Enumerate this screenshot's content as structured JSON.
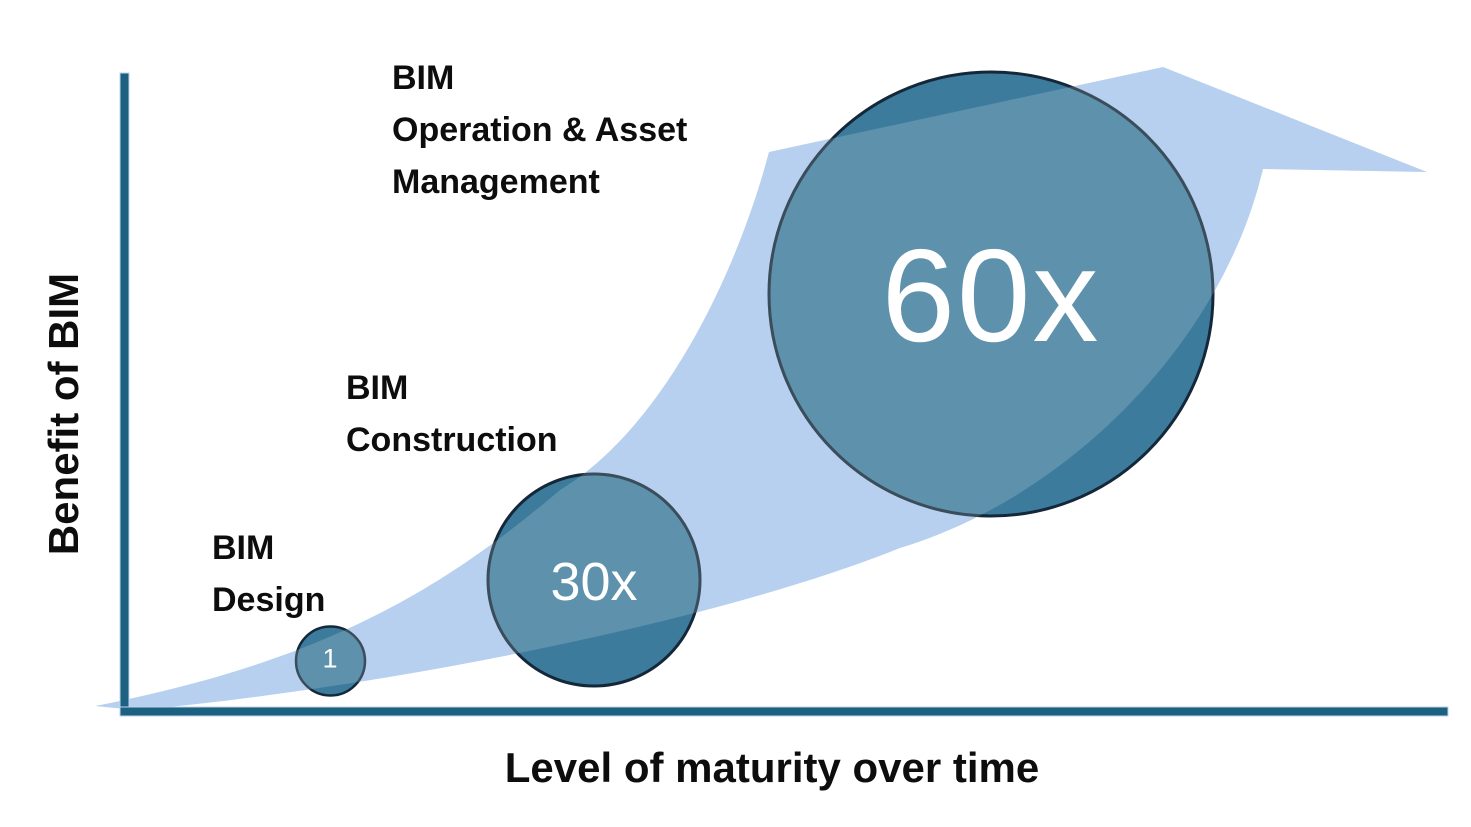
{
  "chart_data": {
    "type": "scatter",
    "variant": "bubble-growth-diagram",
    "title": "",
    "xlabel": "Level of maturity over time",
    "ylabel": "Benefit of BIM",
    "grid": false,
    "axis_ticks": "none",
    "x": [
      1,
      2,
      3
    ],
    "y": [
      1,
      30,
      60
    ],
    "sizes": [
      1,
      30,
      60
    ],
    "point_labels": [
      "BIM Design",
      "BIM Construction",
      "BIM Operation & Asset Management"
    ],
    "value_labels": [
      "1",
      "30x",
      "60x"
    ],
    "annotations": [
      "light-blue swoosh arrow sweeping from the axis origin up to the top right, ending in an arrowhead, indicating benefit growth with maturity"
    ]
  },
  "labels": {
    "y_axis": "Benefit of BIM",
    "x_axis": "Level of maturity over time",
    "design": "BIM\nDesign",
    "construction": "BIM\nConstruction",
    "operation": "BIM\nOperation & Asset\nManagement"
  },
  "bubbles": {
    "design": {
      "value_label": "1"
    },
    "construction": {
      "value_label": "30x"
    },
    "operation": {
      "value_label": "60x"
    }
  },
  "colors": {
    "arrow": "#A9C7EC",
    "arrow_highlight": "#FFFFFF",
    "bubble_fill": "#3D7B9C",
    "bubble_stroke": "#14283A",
    "axis": "#1D6180",
    "text": "#0D0D0D",
    "value_text": "#FFFFFF",
    "background": "#FFFFFF"
  }
}
